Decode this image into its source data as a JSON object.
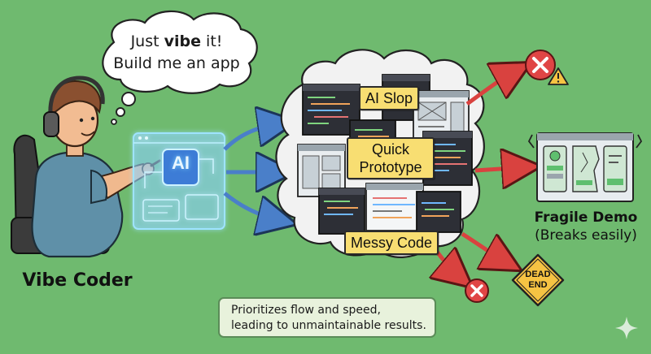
{
  "thought_bubble": {
    "line1_pre": "Just ",
    "line1_bold": "vibe",
    "line1_post": " it!",
    "line2": "Build me an app"
  },
  "character": {
    "label": "Vibe Coder"
  },
  "ai_screen": {
    "label": "AI"
  },
  "cloud_labels": {
    "top": "AI Slop",
    "middle_line1": "Quick",
    "middle_line2": "Prototype",
    "bottom": "Messy Code"
  },
  "outcome_demo": {
    "title": "Fragile Demo",
    "subtitle": "(Breaks easily)"
  },
  "dead_end_sign": {
    "line1": "DEAD",
    "line2": "END"
  },
  "note": {
    "line1": "Prioritizes flow and speed,",
    "line2": "leading to unmaintainable results."
  },
  "colors": {
    "background": "#6fba6f",
    "label_fill": "#f8de72",
    "arrow_blue": "#4a7fc9",
    "arrow_red": "#d9423f",
    "error_red": "#e04545",
    "warning_yellow": "#f6c343"
  },
  "icons": [
    "error-x-icon",
    "warning-icon",
    "sparkle-icon",
    "headphones-icon"
  ]
}
